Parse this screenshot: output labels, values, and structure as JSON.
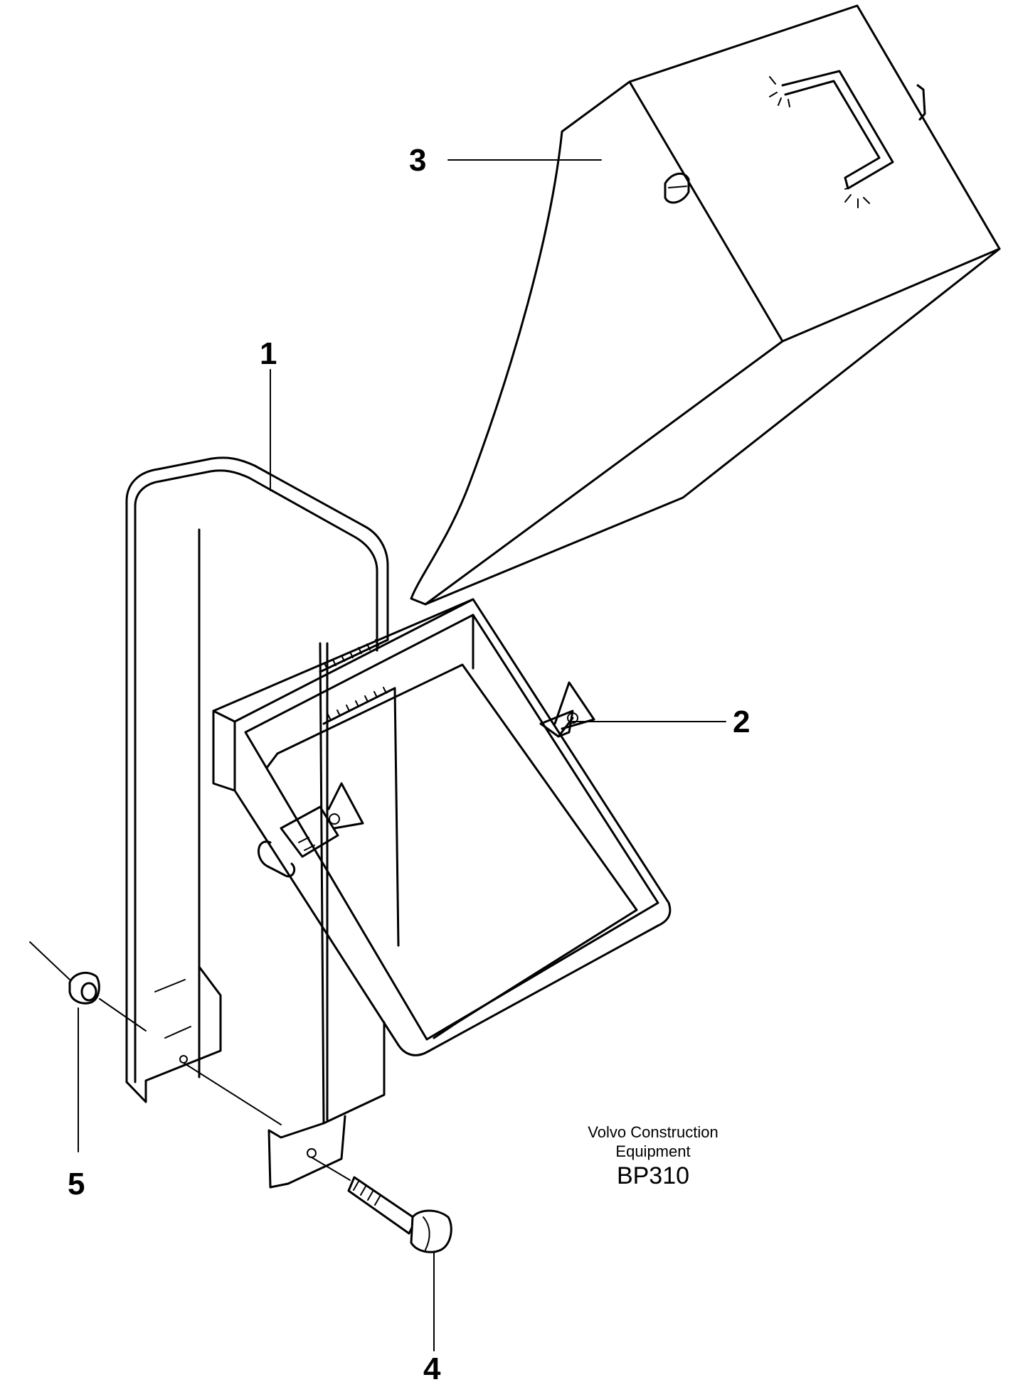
{
  "diagram": {
    "callouts": [
      {
        "id": "callout-1",
        "label": "1"
      },
      {
        "id": "callout-2",
        "label": "2"
      },
      {
        "id": "callout-3",
        "label": "3"
      },
      {
        "id": "callout-4",
        "label": "4"
      },
      {
        "id": "callout-5",
        "label": "5"
      }
    ],
    "caption": {
      "maker_line1": "Volvo Construction",
      "maker_line2": "Equipment",
      "code": "BP310"
    }
  }
}
